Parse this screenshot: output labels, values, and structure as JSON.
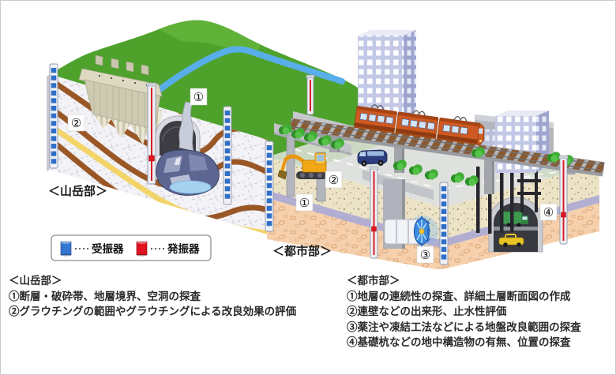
{
  "illustration": {
    "mountain": {
      "caption": "＜山岳部＞",
      "markers": {
        "m1": "①",
        "m2": "②"
      }
    },
    "urban": {
      "caption": "＜都市部＞",
      "markers": {
        "m1": "①",
        "m2": "②",
        "m3": "③",
        "m4": "④"
      }
    }
  },
  "legend": {
    "receiver": {
      "label": "受振器",
      "color": "#3578d2"
    },
    "source": {
      "label": "発振器",
      "color": "#e0131f"
    }
  },
  "notes": {
    "mountain": {
      "title": "＜山岳部＞",
      "items": [
        "①断層・破砕帯、地層境界、空洞の探査",
        "②グラウチングの範囲やグラウチングによる改良効果の評価"
      ]
    },
    "urban": {
      "title": "＜都市部＞",
      "items": [
        "①地層の連続性の探査、詳細土層断面図の作成",
        "②連壁などの出来形、止水性評価",
        "③薬注や凍結工法などによる地盤改良範囲の探査",
        "④基礎杭などの地中構造物の有無、位置の探査"
      ]
    }
  }
}
